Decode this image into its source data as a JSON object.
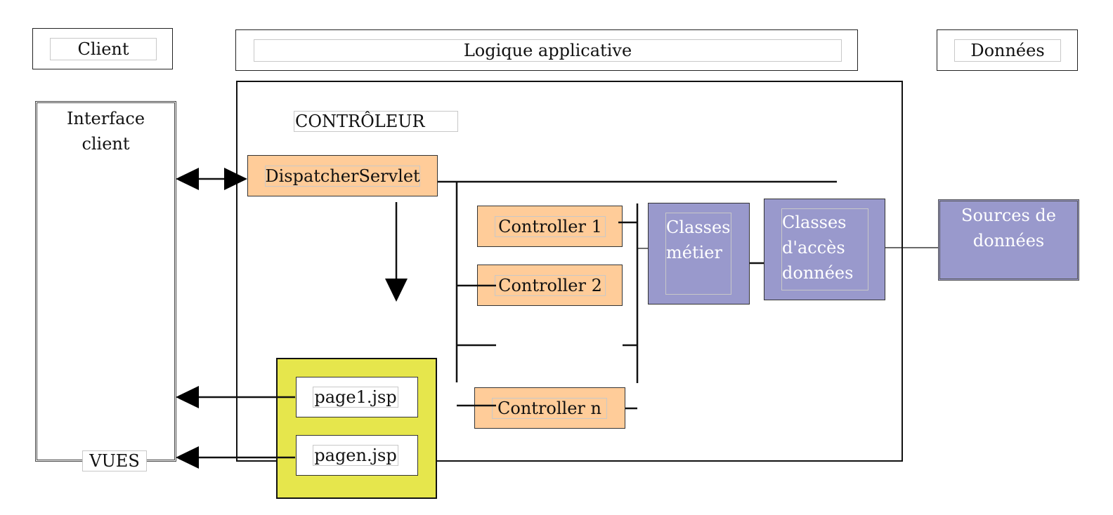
{
  "headers": {
    "client": "Client",
    "logic": "Logique applicative",
    "data": "Données"
  },
  "interface_client": "Interface\nclient",
  "vues": "VUES",
  "controleur": "CONTRÔLEUR",
  "dispatcher": "DispatcherServlet",
  "controllers": {
    "c1": "Controller 1",
    "c2": "Controller 2",
    "cn": "Controller n"
  },
  "classes_metier": "Classes\nmétier",
  "classes_acces": "Classes\nd'accès\ndonnées",
  "sources": "Sources de\ndonnées",
  "pages": {
    "p1": "page1.jsp",
    "pn": "pagen.jsp"
  },
  "colors": {
    "controller_fill": "#ffcc99",
    "data_fill": "#9999cc",
    "views_fill": "#e6e64c"
  }
}
